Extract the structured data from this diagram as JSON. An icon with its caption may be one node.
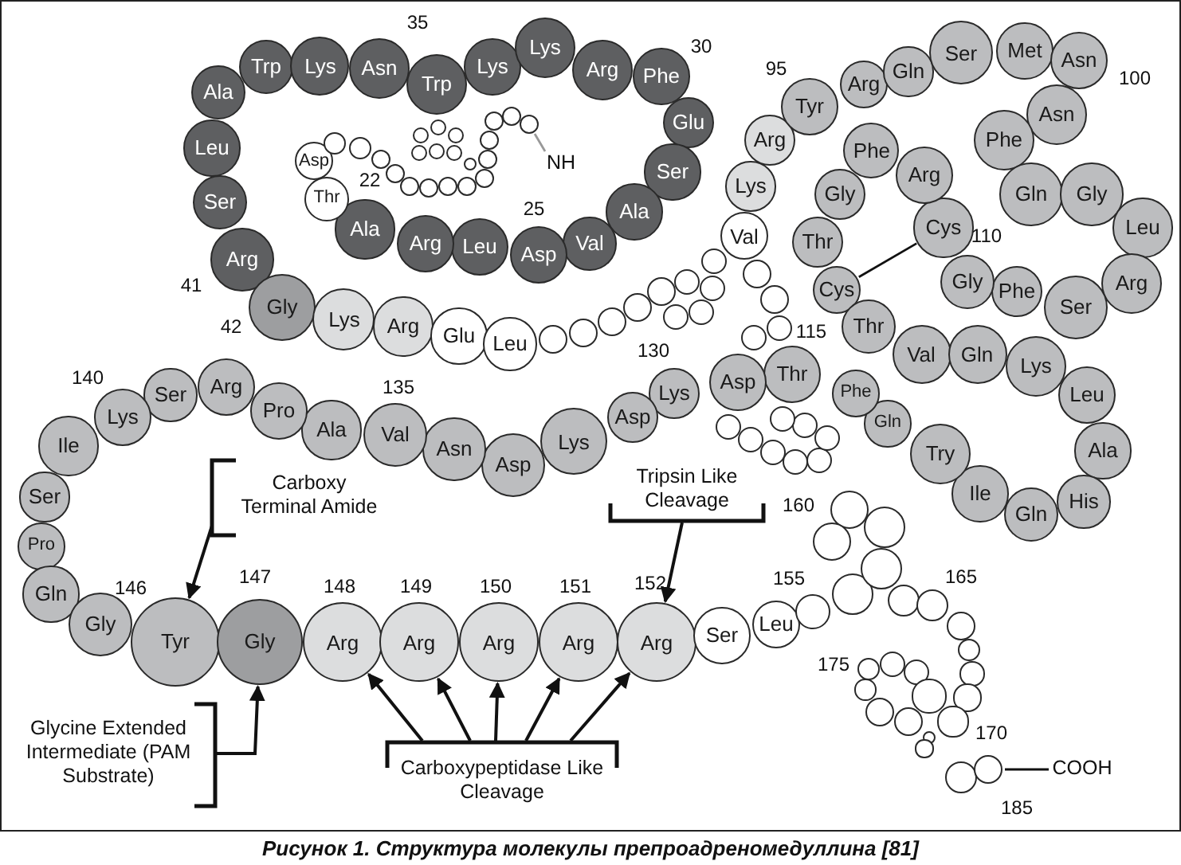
{
  "diagram": {
    "caption": "Рисунок 1. Структура молекулы препроадреномедуллина [81]",
    "nodes": [
      {
        "text": [
          "Ala"
        ]
      },
      {
        "text": [
          "Trp"
        ]
      },
      {
        "text": [
          "Lys"
        ]
      },
      {
        "text": [
          "Asn"
        ],
        "beside": [
          "35"
        ]
      },
      {
        "text": [
          "Trp"
        ]
      },
      {
        "text": [
          "Lys"
        ]
      },
      {
        "text": [
          "Lys"
        ]
      },
      {
        "text": [
          "Arg"
        ]
      },
      {
        "text": [
          "Phe"
        ],
        "beside": [
          "30"
        ]
      },
      {
        "text": [
          "Glu"
        ]
      },
      {
        "text": [
          "Ser"
        ]
      },
      {
        "text": [
          "Ala"
        ]
      },
      {
        "text": [
          "Val"
        ]
      },
      {
        "text": [
          "Asp"
        ],
        "beside": [
          "25"
        ]
      },
      {
        "text": [
          "Leu"
        ]
      },
      {
        "text": [
          "Arg"
        ]
      },
      {
        "text": [
          "Ala"
        ],
        "beside": [
          "22"
        ]
      },
      {
        "text": [
          "Thr"
        ]
      },
      {
        "text": [
          "Asp"
        ]
      },
      {
        "text": [],
        "shape": "circle"
      },
      {
        "text": [],
        "shape": "circle"
      },
      {
        "text": [],
        "shape": "circle"
      },
      {
        "text": [],
        "shape": "circle"
      },
      {
        "text": [],
        "shape": "circle"
      },
      {
        "text": [],
        "shape": "circle"
      },
      {
        "text": [],
        "shape": "circle"
      },
      {
        "text": [],
        "shape": "circle"
      },
      {
        "text": [],
        "shape": "circle"
      },
      {
        "text": [],
        "shape": "circle"
      },
      {
        "text": [],
        "shape": "circle"
      },
      {
        "text": [],
        "shape": "circle"
      },
      {
        "text": [],
        "shape": "circle"
      },
      {
        "text": [],
        "shape": "circle"
      },
      {
        "text": [],
        "shape": "circle"
      },
      {
        "text": [],
        "shape": "circle"
      },
      {
        "text": [],
        "shape": "circle"
      },
      {
        "text": [],
        "shape": "circle"
      },
      {
        "text": [],
        "shape": "circle"
      },
      {
        "text": [],
        "shape": "circle"
      },
      {
        "text": [],
        "shape": "circle"
      },
      {
        "text": [
          "NH"
        ]
      },
      {
        "text": [
          "Leu"
        ]
      },
      {
        "text": [
          "Ser"
        ]
      },
      {
        "text": [
          "Arg"
        ],
        "beside": [
          "41"
        ]
      },
      {
        "text": [
          "Gly"
        ],
        "beside": [
          "42"
        ]
      },
      {
        "text": [
          "Lys"
        ]
      },
      {
        "text": [
          "Arg"
        ]
      },
      {
        "text": [
          "Glu"
        ]
      },
      {
        "text": [
          "Leu"
        ]
      },
      {
        "text": [],
        "shape": "circle"
      },
      {
        "text": [],
        "shape": "circle"
      },
      {
        "text": [],
        "shape": "circle"
      },
      {
        "text": [],
        "shape": "circle"
      },
      {
        "text": [],
        "shape": "circle"
      },
      {
        "text": [],
        "shape": "circle"
      },
      {
        "text": [],
        "shape": "circle"
      },
      {
        "text": [],
        "shape": "circle"
      },
      {
        "text": [],
        "shape": "circle"
      },
      {
        "text": [],
        "shape": "circle"
      },
      {
        "text": [],
        "shape": "circle"
      },
      {
        "text": [],
        "shape": "circle"
      },
      {
        "text": [],
        "shape": "circle"
      },
      {
        "text": [],
        "shape": "circle"
      },
      {
        "text": [
          "Val"
        ]
      },
      {
        "text": [
          "Lys"
        ]
      },
      {
        "text": [
          "Arg"
        ]
      },
      {
        "text": [
          "Tyr"
        ],
        "beside": [
          "95"
        ]
      },
      {
        "text": [
          "Arg"
        ]
      },
      {
        "text": [
          "Gln"
        ]
      },
      {
        "text": [
          "Ser"
        ]
      },
      {
        "text": [
          "Met"
        ]
      },
      {
        "text": [
          "Asn"
        ],
        "beside": [
          "100"
        ]
      },
      {
        "text": [
          "Asn"
        ]
      },
      {
        "text": [
          "Phe"
        ]
      },
      {
        "text": [
          "Gln"
        ]
      },
      {
        "text": [
          "Gly"
        ]
      },
      {
        "text": [
          "Leu"
        ]
      },
      {
        "text": [
          "Arg"
        ]
      },
      {
        "text": [
          "Ser"
        ]
      },
      {
        "text": [
          "Phe"
        ]
      },
      {
        "text": [
          "Gly"
        ]
      },
      {
        "text": [
          "Cys"
        ],
        "beside": [
          "110"
        ]
      },
      {
        "text": [
          "Arg"
        ]
      },
      {
        "text": [
          "Phe"
        ]
      },
      {
        "text": [
          "Gly"
        ]
      },
      {
        "text": [
          "Thr"
        ]
      },
      {
        "text": [
          "Cys"
        ],
        "beside": [
          "115"
        ]
      },
      {
        "text": [
          "Thr"
        ]
      },
      {
        "text": [
          "Val"
        ]
      },
      {
        "text": [
          "Gln"
        ]
      },
      {
        "text": [
          "Lys"
        ]
      },
      {
        "text": [
          "Leu"
        ]
      },
      {
        "text": [
          "Ala"
        ]
      },
      {
        "text": [
          "His"
        ]
      },
      {
        "text": [
          "Gln"
        ]
      },
      {
        "text": [
          "Ile"
        ]
      },
      {
        "text": [
          "Try"
        ]
      },
      {
        "text": [
          "Gln"
        ]
      },
      {
        "text": [
          "Phe"
        ]
      },
      {
        "text": [
          "Thr"
        ]
      },
      {
        "text": [
          "Asp"
        ]
      },
      {
        "text": [
          "Lys"
        ],
        "beside": [
          "130"
        ]
      },
      {
        "text": [
          "Asp"
        ]
      },
      {
        "text": [
          "Lys"
        ]
      },
      {
        "text": [
          "Asp"
        ]
      },
      {
        "text": [
          "Asn"
        ]
      },
      {
        "text": [
          "Val"
        ],
        "beside": [
          "135"
        ]
      },
      {
        "text": [
          "Ala"
        ]
      },
      {
        "text": [
          "Pro"
        ]
      },
      {
        "text": [
          "Arg"
        ]
      },
      {
        "text": [
          "Ser"
        ]
      },
      {
        "text": [
          "Lys"
        ],
        "beside": [
          "140"
        ]
      },
      {
        "text": [
          "Ile"
        ]
      },
      {
        "text": [
          "Ser"
        ]
      },
      {
        "text": [
          "Pro"
        ]
      },
      {
        "text": [
          "Gln"
        ]
      },
      {
        "text": [
          "Gly"
        ]
      },
      {
        "text": [
          "Tyr"
        ],
        "beside": [
          "146"
        ]
      },
      {
        "text": [
          "Gly"
        ],
        "beside": [
          "147"
        ]
      },
      {
        "text": [
          "Arg"
        ],
        "beside": [
          "148"
        ]
      },
      {
        "text": [
          "Arg"
        ],
        "beside": [
          "149"
        ]
      },
      {
        "text": [
          "Arg"
        ],
        "beside": [
          "150"
        ]
      },
      {
        "text": [
          "Arg"
        ],
        "beside": [
          "151"
        ]
      },
      {
        "text": [
          "Arg"
        ],
        "beside": [
          "152"
        ]
      },
      {
        "text": [
          "Ser"
        ]
      },
      {
        "text": [
          "Leu"
        ],
        "beside": [
          "155"
        ]
      },
      {
        "text": [],
        "shape": "circle"
      },
      {
        "text": [],
        "shape": "circle"
      },
      {
        "text": [],
        "shape": "circle"
      },
      {
        "text": [],
        "shape": "circle"
      },
      {
        "text": [],
        "shape": "circle"
      },
      {
        "text": [],
        "shape": "circle"
      },
      {
        "text": [],
        "shape": "circle"
      },
      {
        "text": [],
        "shape": "circle"
      },
      {
        "text": [],
        "shape": "circle"
      },
      {
        "text": [],
        "shape": "circle"
      },
      {
        "text": [],
        "shape": "circle"
      },
      {
        "text": [],
        "shape": "circle"
      },
      {
        "text": [],
        "beside": [
          "160"
        ],
        "shape": "circle"
      },
      {
        "text": [],
        "shape": "circle"
      },
      {
        "text": [],
        "shape": "circle"
      },
      {
        "text": [],
        "beside": [
          "165"
        ],
        "shape": "circle"
      },
      {
        "text": [],
        "shape": "circle"
      },
      {
        "text": [],
        "shape": "circle"
      },
      {
        "text": [],
        "shape": "circle"
      },
      {
        "text": [],
        "shape": "circle"
      },
      {
        "text": [],
        "beside": [
          "170"
        ],
        "shape": "circle"
      },
      {
        "text": [],
        "shape": "circle"
      },
      {
        "text": [],
        "shape": "circle"
      },
      {
        "text": [],
        "shape": "circle"
      },
      {
        "text": [],
        "shape": "circle"
      },
      {
        "text": [],
        "beside": [
          "175"
        ],
        "shape": "circle"
      },
      {
        "text": [],
        "shape": "circle"
      },
      {
        "text": [],
        "shape": "circle"
      },
      {
        "text": [],
        "shape": "circle"
      },
      {
        "text": [],
        "shape": "circle"
      },
      {
        "text": [],
        "shape": "circle"
      },
      {
        "text": [],
        "beside": [
          "185"
        ],
        "shape": "circle"
      },
      {
        "text": [
          "COOH"
        ]
      },
      {
        "text": [
          "Carboxy Terminal Amide"
        ]
      },
      {
        "text": [
          "Tripsin Like Cleavage"
        ]
      },
      {
        "text": [
          "Glycine Extended Intermediate (PAM Substrate)"
        ]
      },
      {
        "text": [
          "Carboxypeptidase Like Cleavage"
        ]
      }
    ],
    "edges": [
      {
        "from": 86,
        "to": 81,
        "arrow": "none"
      },
      {
        "from": 32,
        "to": 40,
        "arrow": "none",
        "color": "#999999"
      },
      {
        "from": 157,
        "to": 158,
        "arrow": "none"
      },
      {
        "from": 159,
        "to": 117,
        "arrow": "to"
      },
      {
        "from": 160,
        "to": 123,
        "arrow": "to"
      },
      {
        "from": 161,
        "to": 118,
        "arrow": "to"
      },
      {
        "from": 162,
        "to": 119,
        "arrow": "to"
      },
      {
        "from": 162,
        "to": 120,
        "arrow": "to"
      },
      {
        "from": 162,
        "to": 121,
        "arrow": "to"
      },
      {
        "from": 162,
        "to": 122,
        "arrow": "to"
      },
      {
        "from": 162,
        "to": 123,
        "arrow": "to"
      }
    ]
  }
}
